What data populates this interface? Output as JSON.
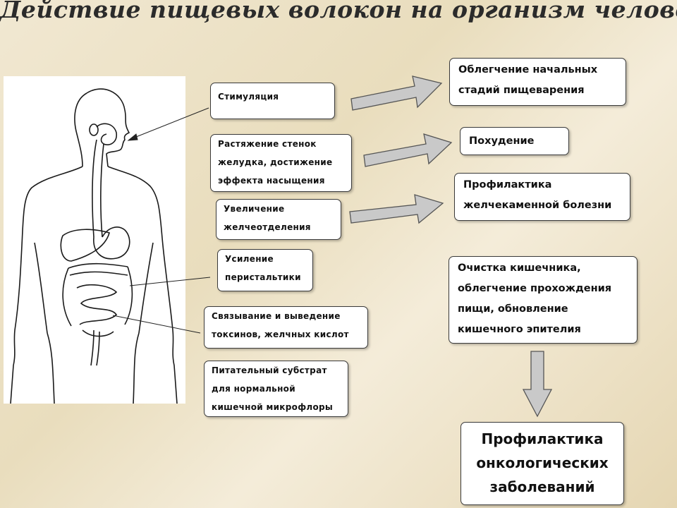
{
  "title": "Действие пищевых волокон на организм человека",
  "effects": [
    "Стимуляция",
    "Растяжение стенок\nжелудка, достижение\nэффекта насыщения",
    "Увеличение\nжелчеотделения",
    "Усиление\nперистальтики",
    "Связывание и выведение\nтоксинов, желчных кислот",
    "Питательный субстрат\nдля нормальной\nкишечной микрофлоры"
  ],
  "outcomes": [
    "Облегчение начальных\nстадий пищеварения",
    "Похудение",
    "Профилактика\nжелчекаменной болезни",
    "Очистка кишечника,\nоблегчение прохождения\nпищи, обновление\nкишечного эпителия"
  ],
  "final_outcome": "Профилактика\nонкологических\nзаболеваний",
  "colors": {
    "arrow_fill": "#c9c9c9",
    "arrow_stroke": "#555555",
    "box_border": "#3a3a3a"
  }
}
